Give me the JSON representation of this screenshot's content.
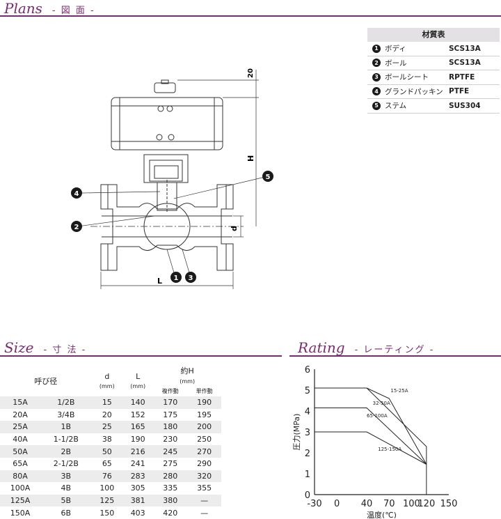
{
  "plans": {
    "title": "Plans",
    "subtitle": "- 図 面 -"
  },
  "materials": {
    "header": "材質表",
    "items": [
      {
        "no": "1",
        "part": "ボディ",
        "material": "SCS13A"
      },
      {
        "no": "2",
        "part": "ボール",
        "material": "SCS13A"
      },
      {
        "no": "3",
        "part": "ボールシート",
        "material": "RPTFE"
      },
      {
        "no": "4",
        "part": "グランドパッキン",
        "material": "PTFE"
      },
      {
        "no": "5",
        "part": "ステム",
        "material": "SUS304"
      }
    ]
  },
  "drawing": {
    "dim_20": "20",
    "dim_H": "H",
    "dim_d": "d",
    "dim_L": "L",
    "callouts": [
      "1",
      "2",
      "3",
      "4",
      "5"
    ]
  },
  "size": {
    "title": "Size",
    "subtitle": "- 寸 法 -",
    "headers": {
      "nominal": "呼び径",
      "d": "d",
      "d_unit": "(mm)",
      "L": "L",
      "L_unit": "(mm)",
      "H": "約H",
      "H_unit": "(mm)",
      "double": "複作動",
      "single": "単作動"
    },
    "rows": [
      [
        "15A",
        "1/2B",
        "15",
        "140",
        "170",
        "190"
      ],
      [
        "20A",
        "3/4B",
        "20",
        "152",
        "175",
        "195"
      ],
      [
        "25A",
        "1B",
        "25",
        "165",
        "180",
        "200"
      ],
      [
        "40A",
        "1-1/2B",
        "38",
        "190",
        "230",
        "250"
      ],
      [
        "50A",
        "2B",
        "50",
        "216",
        "245",
        "270"
      ],
      [
        "65A",
        "2-1/2B",
        "65",
        "241",
        "275",
        "290"
      ],
      [
        "80A",
        "3B",
        "76",
        "283",
        "280",
        "320"
      ],
      [
        "100A",
        "4B",
        "100",
        "305",
        "335",
        "355"
      ],
      [
        "125A",
        "5B",
        "125",
        "381",
        "380",
        "—"
      ],
      [
        "150A",
        "6B",
        "150",
        "403",
        "420",
        "—"
      ]
    ]
  },
  "rating": {
    "title": "Rating",
    "subtitle": "- レーティング -",
    "chart_data": {
      "type": "line",
      "xlabel": "温度(℃)",
      "ylabel": "圧力(MPa)",
      "xlim": [
        -30,
        150
      ],
      "ylim": [
        0,
        6
      ],
      "x_ticks": [
        -30,
        0,
        40,
        70,
        100,
        120,
        150
      ],
      "y_ticks": [
        0,
        1,
        2,
        3,
        4,
        5,
        6
      ],
      "series": [
        {
          "name": "15-25A",
          "points": [
            [
              -30,
              5.1
            ],
            [
              40,
              5.1
            ],
            [
              120,
              2.3
            ]
          ]
        },
        {
          "name": "32-50A",
          "points": [
            [
              -30,
              5.1
            ],
            [
              40,
              5.1
            ],
            [
              70,
              4.6
            ],
            [
              120,
              1.45
            ]
          ]
        },
        {
          "name": "65-100A",
          "points": [
            [
              -30,
              4.15
            ],
            [
              40,
              4.15
            ],
            [
              120,
              1.45
            ]
          ]
        },
        {
          "name": "125-150A",
          "points": [
            [
              -30,
              3.0
            ],
            [
              40,
              3.0
            ],
            [
              120,
              1.45
            ]
          ]
        }
      ]
    }
  }
}
